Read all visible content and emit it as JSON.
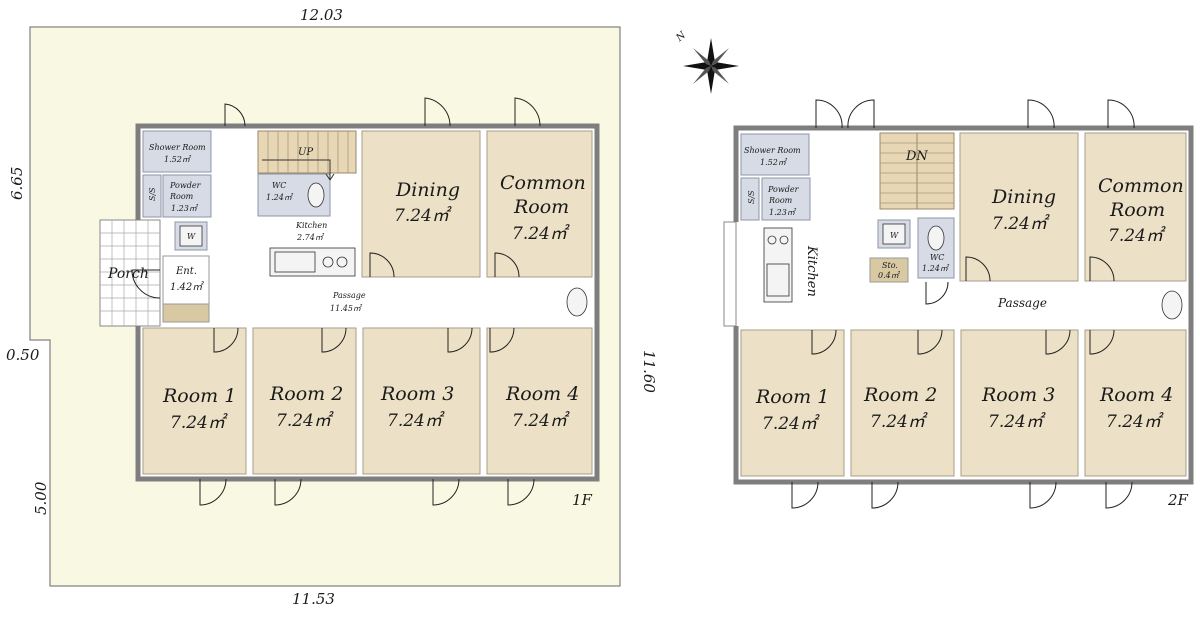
{
  "floor1": {
    "label": "1F",
    "dims": {
      "top": "12.03",
      "left": "6.65",
      "right": "11.60",
      "bottom": "11.53",
      "step_w": "0.50",
      "step_h": "5.00"
    },
    "rooms": [
      {
        "key": "shower",
        "name": "Shower Room",
        "area": "1.52㎡"
      },
      {
        "key": "powder",
        "name": "Powder Room",
        "area": "1.23㎡"
      },
      {
        "key": "wc",
        "name": "WC",
        "area": "1.24㎡"
      },
      {
        "key": "kitchen",
        "name": "Kitchen",
        "area": "2.74㎡"
      },
      {
        "key": "dining",
        "name": "Dining",
        "area": "7.24㎡"
      },
      {
        "key": "common",
        "name": "Common Room",
        "area": "7.24㎡"
      },
      {
        "key": "porch",
        "name": "Porch",
        "area": ""
      },
      {
        "key": "ent",
        "name": "Ent.",
        "area": "1.42㎡"
      },
      {
        "key": "passage",
        "name": "Passage",
        "area": "11.45㎡"
      },
      {
        "key": "room1",
        "name": "Room 1",
        "area": "7.24㎡"
      },
      {
        "key": "room2",
        "name": "Room 2",
        "area": "7.24㎡"
      },
      {
        "key": "room3",
        "name": "Room 3",
        "area": "7.24㎡"
      },
      {
        "key": "room4",
        "name": "Room 4",
        "area": "7.24㎡"
      }
    ],
    "stairs": "UP",
    "washer": "W",
    "fixture": "S/S"
  },
  "floor2": {
    "label": "2F",
    "rooms": [
      {
        "key": "shower",
        "name": "Shower Room",
        "area": "1.52㎡"
      },
      {
        "key": "powder",
        "name": "Powder Room",
        "area": "1.23㎡"
      },
      {
        "key": "kitchen",
        "name": "Kitchen",
        "area": ""
      },
      {
        "key": "sto",
        "name": "Sto.",
        "area": "0.4㎡"
      },
      {
        "key": "wc",
        "name": "WC",
        "area": "1.24㎡"
      },
      {
        "key": "dining",
        "name": "Dining",
        "area": "7.24㎡"
      },
      {
        "key": "common",
        "name": "Common Room",
        "area": "7.24㎡"
      },
      {
        "key": "passage",
        "name": "Passage",
        "area": ""
      },
      {
        "key": "room1",
        "name": "Room 1",
        "area": "7.24㎡"
      },
      {
        "key": "room2",
        "name": "Room 2",
        "area": "7.24㎡"
      },
      {
        "key": "room3",
        "name": "Room 3",
        "area": "7.24㎡"
      },
      {
        "key": "room4",
        "name": "Room 4",
        "area": "7.24㎡"
      }
    ],
    "stairs": "DN",
    "washer": "W",
    "fixture": "S/S"
  },
  "compass": {
    "north_label": "N"
  }
}
